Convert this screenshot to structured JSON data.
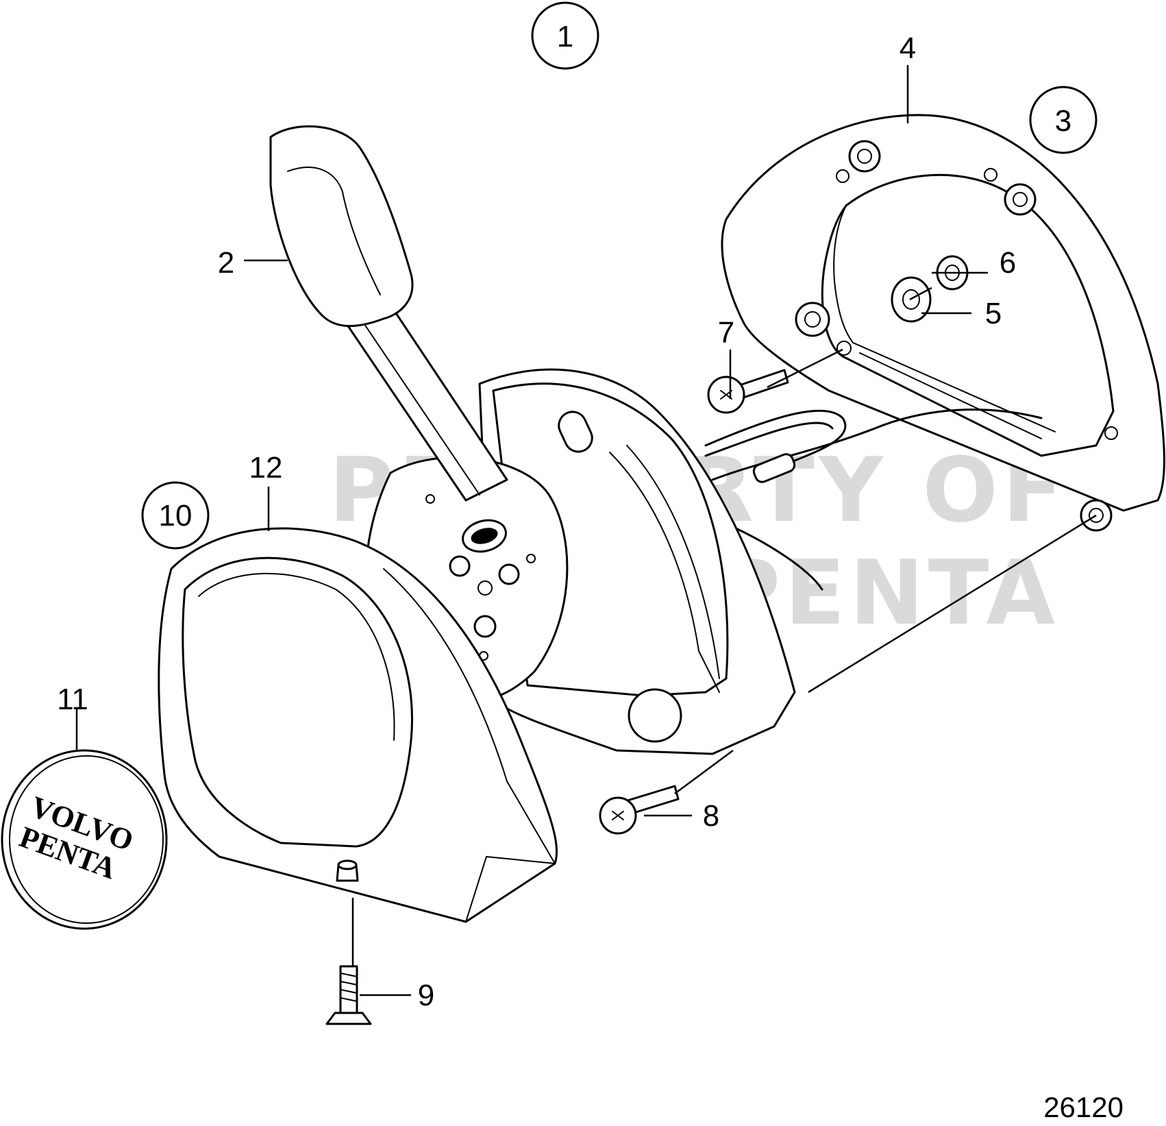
{
  "callouts": {
    "c1": "1",
    "c2": "2",
    "c3": "3",
    "c4": "4",
    "c5": "5",
    "c6": "6",
    "c7": "7",
    "c8": "8",
    "c9": "9",
    "c10": "10",
    "c11": "11",
    "c12": "12"
  },
  "logo": {
    "line1": "VOLVO",
    "line2": "PENTA"
  },
  "watermark": {
    "line1": "PROPERTY OF",
    "line2": "VOLVO PENTA"
  },
  "figure_number": "26120",
  "icons": {
    "circle_marker": "circle-callout-marker",
    "torx_head": "torx-screw-head-icon"
  }
}
